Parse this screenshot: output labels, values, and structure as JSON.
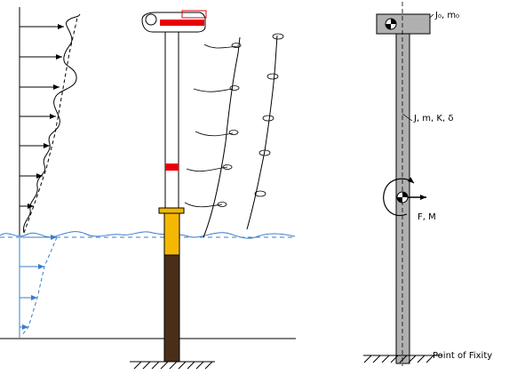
{
  "labels": {
    "top_mass": "J₀, m₀",
    "beam_props": "J, m, K, δ",
    "force_moment": "F, M",
    "fixity": "Point of Fixity"
  },
  "colors": {
    "wind_arrows": "#000000",
    "current_arrows": "#3a7dc9",
    "water": "#3a7dc9",
    "rotor_band": "#e8000b",
    "transition_piece": "#f5b800",
    "monopile": "#4a2e18",
    "tower": "#ffffff",
    "beam": "#b0b0b0",
    "nacelle_box": "#b0b0b0"
  }
}
